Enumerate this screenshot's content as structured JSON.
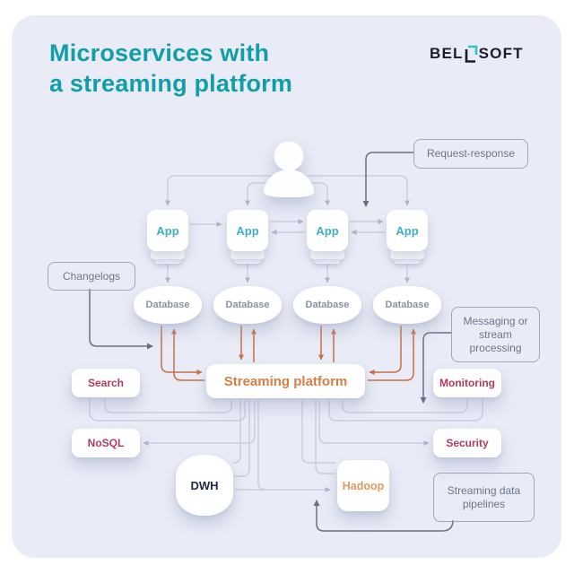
{
  "header": {
    "title_line1": "Microservices with",
    "title_line2": "a streaming platform"
  },
  "logo": {
    "prefix": "BEL",
    "suffix": "SOFT",
    "icon": "bellsoft-bracket-icon"
  },
  "nodes": {
    "apps": [
      "App",
      "App",
      "App",
      "App"
    ],
    "databases": [
      "Database",
      "Database",
      "Database",
      "Database"
    ],
    "streaming_platform": "Streaming platform",
    "search": "Search",
    "nosql": "NoSQL",
    "monitoring": "Monitoring",
    "security": "Security",
    "dwh": "DWH",
    "hadoop": "Hadoop"
  },
  "labels": {
    "request_response": "Request-response",
    "changelogs": "Changelogs",
    "messaging": "Messaging or stream processing",
    "streaming_pipelines": "Streaming data pipelines"
  },
  "colors": {
    "panel_background": "#E9ECF6",
    "title_teal": "#129EA9",
    "app_teal": "#3FAEC2",
    "database_gray": "#8A90A5",
    "platform_orange": "#D77E46",
    "service_crimson": "#B23B5D",
    "dwh_navy": "#212A47",
    "hadoop_orange": "#DE9A60",
    "label_gray": "#6F7589",
    "wire_gray": "#C9CDDE",
    "wire_dark": "#6A7184",
    "wire_orange": "#C96D45"
  }
}
